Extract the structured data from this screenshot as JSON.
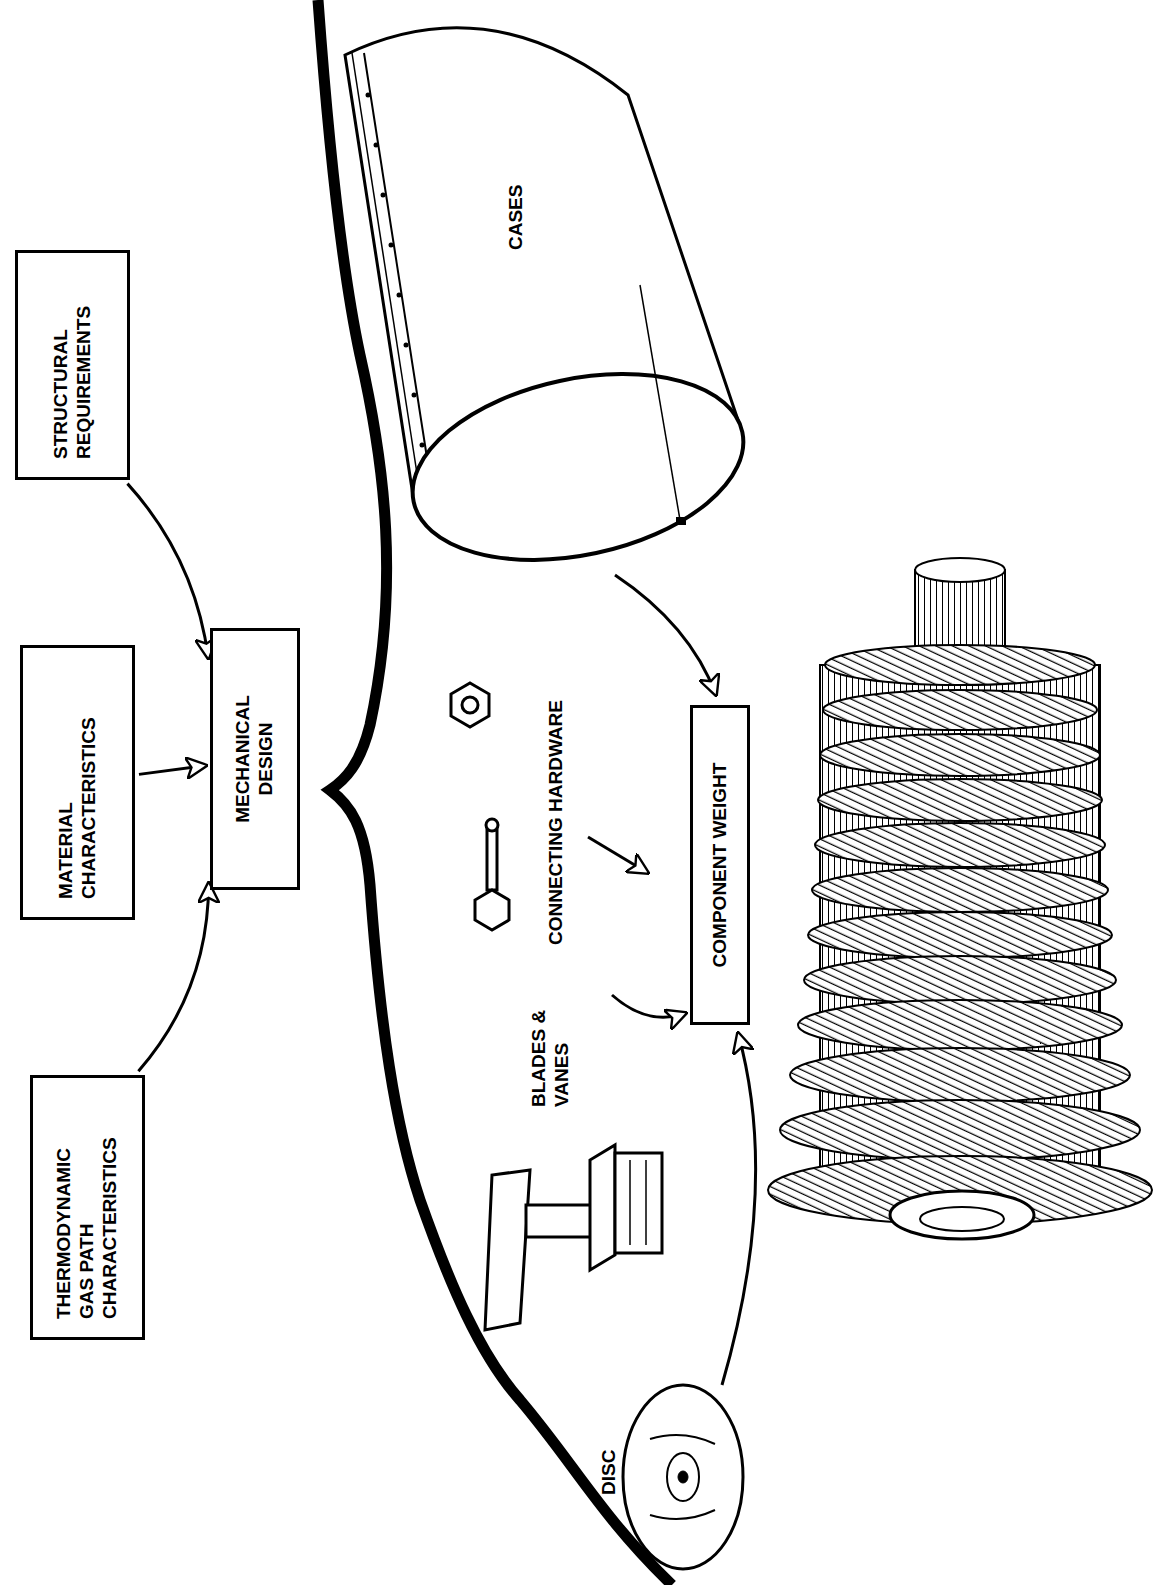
{
  "diagram": {
    "nodes": [
      {
        "text": [
          "THERMODYNAMIC GAS PATH CHARACTERISTICS"
        ]
      },
      {
        "text": [
          "MATERIAL CHARACTERISTICS"
        ]
      },
      {
        "text": [
          "STRUCTURAL REQUIREMENTS"
        ]
      },
      {
        "text": [
          "MECHANICAL DESIGN"
        ]
      },
      {
        "text": [
          "COMPONENT WEIGHT"
        ]
      }
    ],
    "edges": [
      {
        "from": 0,
        "to": 3,
        "arrow": "to"
      },
      {
        "from": 1,
        "to": 3,
        "arrow": "to"
      },
      {
        "from": 2,
        "to": 3,
        "arrow": "to"
      }
    ],
    "labels": [
      "CASES",
      "CONNECTING HARDWARE",
      "BLADES & VANES",
      "DISC"
    ]
  }
}
